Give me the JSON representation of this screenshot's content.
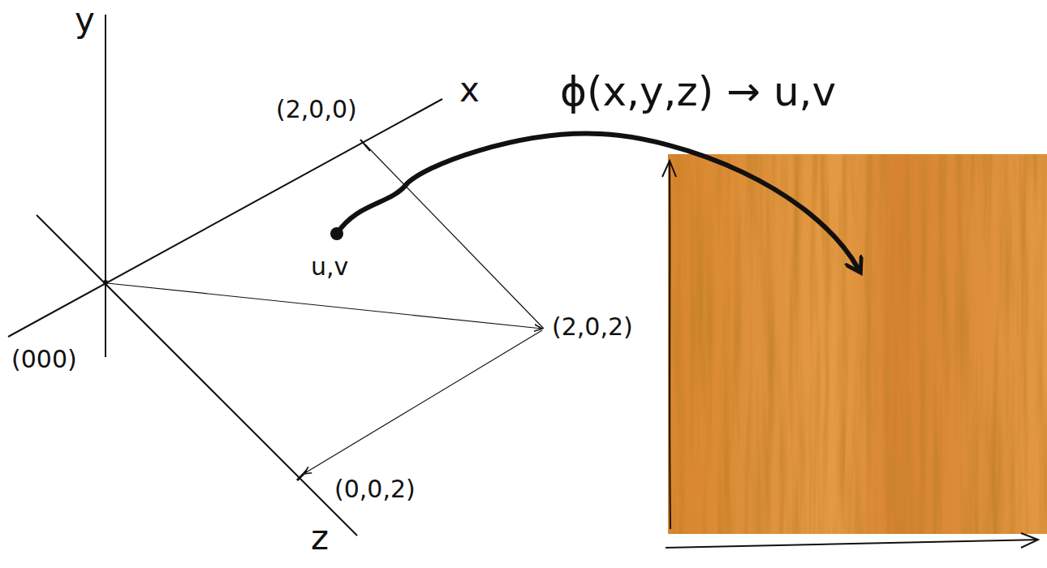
{
  "diagram": {
    "labels": [
      "y",
      "x",
      "(2,0,0)",
      "ϕ(x,y,z) → u,v",
      "u,v",
      "(000)",
      "(2,0,2)",
      "(0,0,2)",
      "z"
    ]
  }
}
